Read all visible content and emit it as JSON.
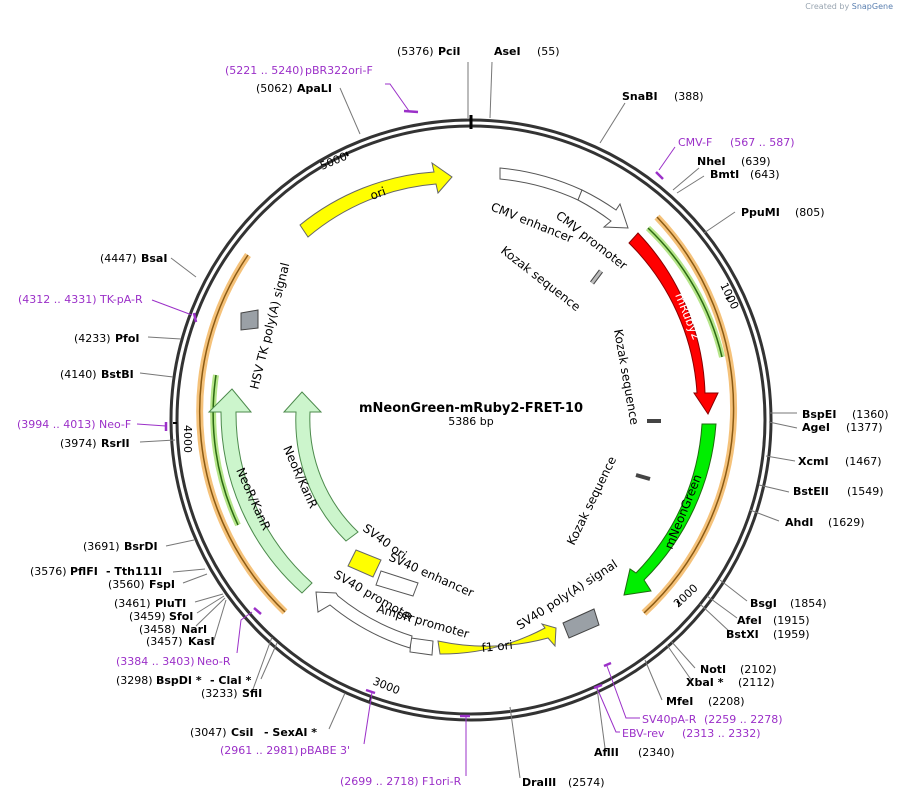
{
  "credit": {
    "prefix": "Created by",
    "brand": "SnapGene"
  },
  "plasmid": {
    "name": "mNeonGreen-mRuby2-FRET-10",
    "size_label": "5386 bp"
  },
  "ring_ticks": [
    {
      "label": "1000"
    },
    {
      "label": "2000"
    },
    {
      "label": "3000"
    },
    {
      "label": "4000"
    },
    {
      "label": "5000"
    }
  ],
  "sites": [
    {
      "name": "PciI",
      "pos": "(5376)",
      "side": "L"
    },
    {
      "name": "AseI",
      "pos": "(55)",
      "side": "R"
    },
    {
      "name": "SnaBI",
      "pos": "(388)",
      "side": "R"
    },
    {
      "name": "NheI",
      "pos": "(639)",
      "side": "R"
    },
    {
      "name": "BmtI",
      "pos": "(643)",
      "side": "R"
    },
    {
      "name": "PpuMI",
      "pos": "(805)",
      "side": "R"
    },
    {
      "name": "BspEI",
      "pos": "(1360)",
      "side": "R"
    },
    {
      "name": "AgeI",
      "pos": "(1377)",
      "side": "R"
    },
    {
      "name": "XcmI",
      "pos": "(1467)",
      "side": "R"
    },
    {
      "name": "BstEII",
      "pos": "(1549)",
      "side": "R"
    },
    {
      "name": "AhdI",
      "pos": "(1629)",
      "side": "R"
    },
    {
      "name": "BsgI",
      "pos": "(1854)",
      "side": "R"
    },
    {
      "name": "AfeI",
      "pos": "(1915)",
      "side": "R"
    },
    {
      "name": "BstXI",
      "pos": "(1959)",
      "side": "R"
    },
    {
      "name": "NotI",
      "pos": "(2102)",
      "side": "R"
    },
    {
      "name": "XbaI *",
      "pos": "(2112)",
      "side": "R"
    },
    {
      "name": "MfeI",
      "pos": "(2208)",
      "side": "R"
    },
    {
      "name": "AflII",
      "pos": "(2340)",
      "side": "R"
    },
    {
      "name": "DraIII",
      "pos": "(2574)",
      "side": "R"
    },
    {
      "name": "CsiI",
      "pos": "(3047)",
      "side": "L"
    },
    {
      "name": "- SexAI *",
      "pos": "",
      "side": "R"
    },
    {
      "name": "BspDI *",
      "pos": "(3298)",
      "side": "L"
    },
    {
      "name": "- ClaI *",
      "pos": "",
      "side": "R"
    },
    {
      "name": "SfiI",
      "pos": "(3233)",
      "side": "L"
    },
    {
      "name": "KasI",
      "pos": "(3457)",
      "side": "L"
    },
    {
      "name": "NarI",
      "pos": "(3458)",
      "side": "L"
    },
    {
      "name": "SfoI",
      "pos": "(3459)",
      "side": "L"
    },
    {
      "name": "PluTI",
      "pos": "(3461)",
      "side": "L"
    },
    {
      "name": "FspI",
      "pos": "(3560)",
      "side": "L"
    },
    {
      "name": "PflFI",
      "pos": "(3576)",
      "side": "L"
    },
    {
      "name": "- Tth111I",
      "pos": "",
      "side": "R"
    },
    {
      "name": "BsrDI",
      "pos": "(3691)",
      "side": "L"
    },
    {
      "name": "RsrII",
      "pos": "(3974)",
      "side": "L"
    },
    {
      "name": "BstBI",
      "pos": "(4140)",
      "side": "L"
    },
    {
      "name": "PfoI",
      "pos": "(4233)",
      "side": "L"
    },
    {
      "name": "BsaI",
      "pos": "(4447)",
      "side": "L"
    },
    {
      "name": "ApaLI",
      "pos": "(5062)",
      "side": "L"
    }
  ],
  "primers": [
    {
      "name": "pBR322ori-F",
      "range": "(5221 .. 5240)"
    },
    {
      "name": "CMV-F",
      "range": "(567 .. 587)"
    },
    {
      "name": "TK-pA-R",
      "range": "(4312 .. 4331)"
    },
    {
      "name": "Neo-F",
      "range": "(3994 .. 4013)"
    },
    {
      "name": "Neo-R",
      "range": "(3384 .. 3403)"
    },
    {
      "name": "pBABE 3'",
      "range": "(2961 .. 2981)"
    },
    {
      "name": "F1ori-R",
      "range": "(2699 .. 2718)"
    },
    {
      "name": "SV40pA-R",
      "range": "(2259 .. 2278)"
    },
    {
      "name": "EBV-rev",
      "range": "(2313 .. 2332)"
    }
  ],
  "features": {
    "ori": "ori",
    "cmv_enhancer": "CMV enhancer",
    "cmv_promoter": "CMV promoter",
    "kozak1": "Kozak sequence",
    "mruby2": "mRuby2",
    "kozak2": "Kozak sequence",
    "kozak3": "Kozak sequence",
    "mneongreen": "mNeonGreen",
    "sv40_polya": "SV40 poly(A) signal",
    "f1_ori": "f1 ori",
    "ampr_promoter": "AmpR promoter",
    "sv40_promoter": "SV40 promoter",
    "sv40_enhancer": "SV40 enhancer",
    "sv40_ori": "SV40 ori",
    "neokanr_inner": "NeoR/KanR",
    "neokanr_outer": "NeoR/KanR",
    "hsv_tk": "HSV TK poly(A) signal"
  },
  "colors": {
    "backbone": "#333333",
    "ori": "#ffff00",
    "mruby2": "#ff0000",
    "mneongreen": "#00ee00",
    "neo": "#ccf5cc",
    "gray": "#9aa0a6",
    "primer": "#9b30c8",
    "orf_orange": "#f0a030",
    "orf_green": "#4aa02c"
  }
}
